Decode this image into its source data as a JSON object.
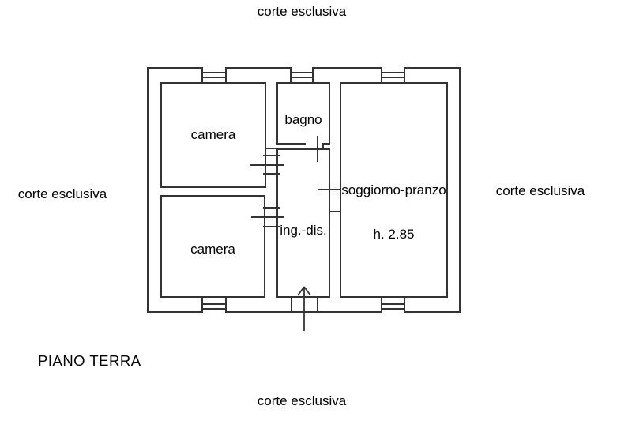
{
  "outside_labels": {
    "top": "corte esclusiva",
    "left": "corte esclusiva",
    "right": "corte esclusiva",
    "bottom": "corte esclusiva",
    "floor": "PIANO TERRA"
  },
  "rooms": {
    "camera_top": {
      "label": "camera"
    },
    "camera_bottom": {
      "label": "camera"
    },
    "bagno": {
      "label": "bagno"
    },
    "ingresso_disimpegno": {
      "label": "ing.-dis."
    },
    "soggiorno_pranzo": {
      "label": "soggiorno-pranzo",
      "ceiling_height": "h. 2.85"
    }
  },
  "colors": {
    "line": "#333333",
    "text": "#000000",
    "background": "#ffffff"
  }
}
